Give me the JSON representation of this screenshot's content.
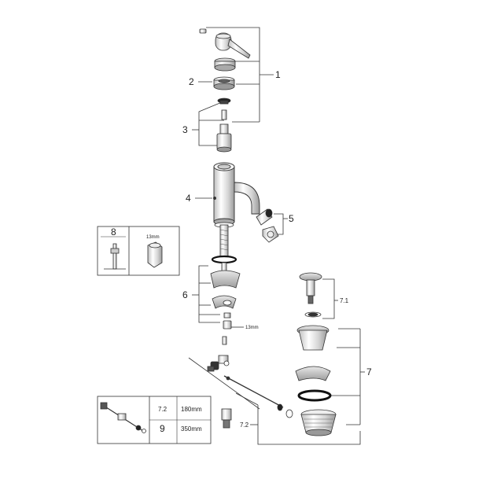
{
  "callouts": {
    "c1": "1",
    "c2": "2",
    "c3": "3",
    "c4": "4",
    "c5": "5",
    "c6": "6",
    "c7": "7",
    "c71": "7.1",
    "c72": "7.2"
  },
  "annotations": {
    "wrench_size": "13mm"
  },
  "tool_box": {
    "label": "8",
    "size": "13mm"
  },
  "parts_table": {
    "rows": [
      {
        "id": "7.2",
        "length": "180mm"
      },
      {
        "id": "9",
        "length": "350mm"
      }
    ]
  },
  "colors": {
    "line": "#333333",
    "seal_black": "#111111"
  }
}
